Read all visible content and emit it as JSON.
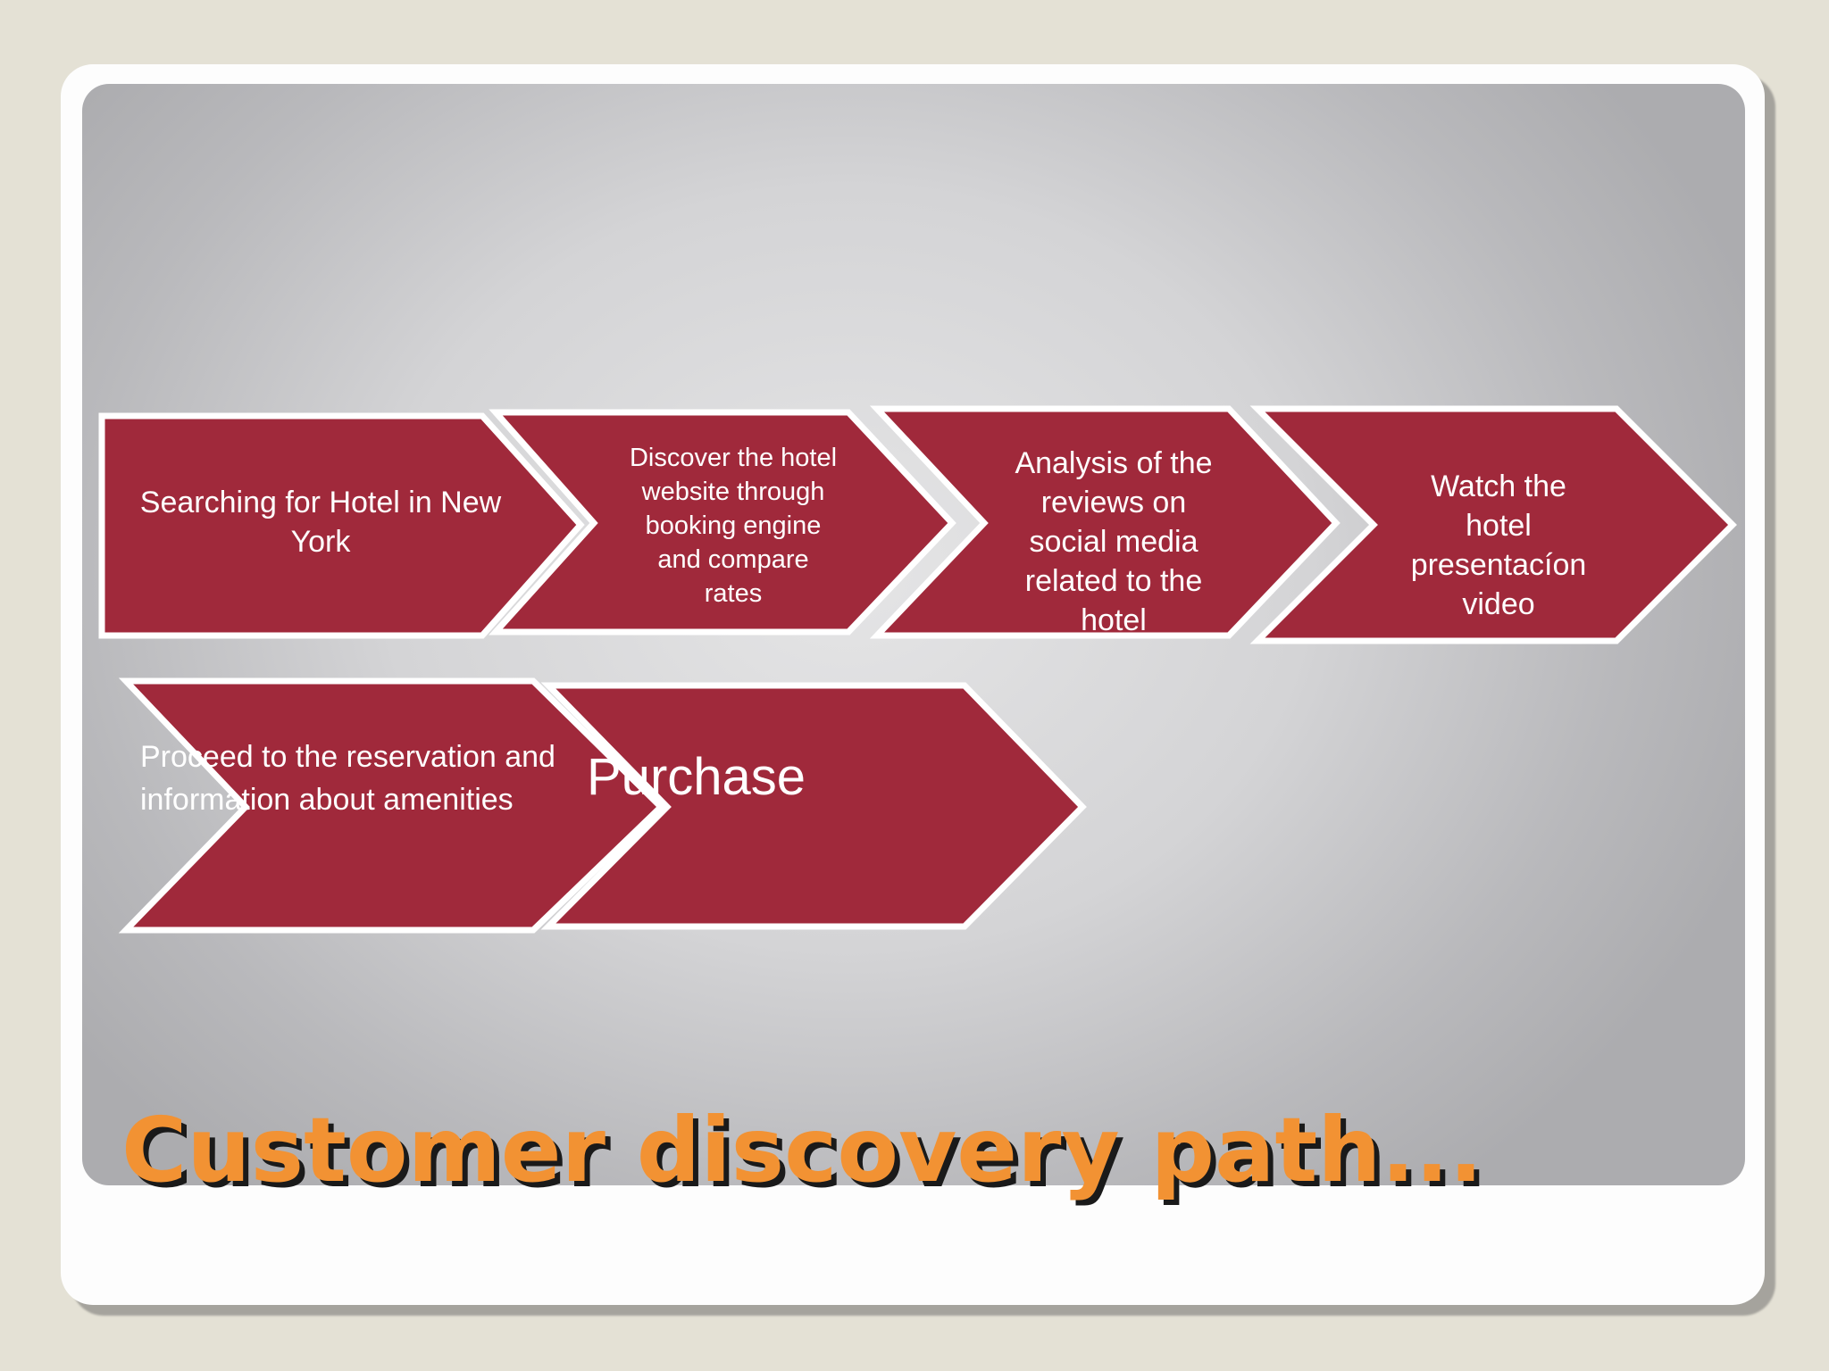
{
  "title": "Customer discovery path...",
  "colors": {
    "background": "#e4e1d5",
    "chevron_fill": "#a0293b",
    "chevron_outline": "#ffffff",
    "title": "#f29233",
    "title_shadow": "#1a1a1a"
  },
  "steps": [
    {
      "lines": [
        "Searching for Hotel in New",
        "York"
      ]
    },
    {
      "lines": [
        "Discover the hotel",
        "website through",
        "booking engine",
        "and compare",
        "rates"
      ]
    },
    {
      "lines": [
        "Analysis of the",
        "reviews on",
        "social media",
        "related to the",
        "hotel"
      ]
    },
    {
      "lines": [
        "Watch the",
        "hotel",
        "presentacíon",
        "video"
      ]
    },
    {
      "lines": [
        "Proceed to the reservation and",
        "information about amenities"
      ]
    },
    {
      "lines": [
        "Purchase"
      ]
    }
  ]
}
